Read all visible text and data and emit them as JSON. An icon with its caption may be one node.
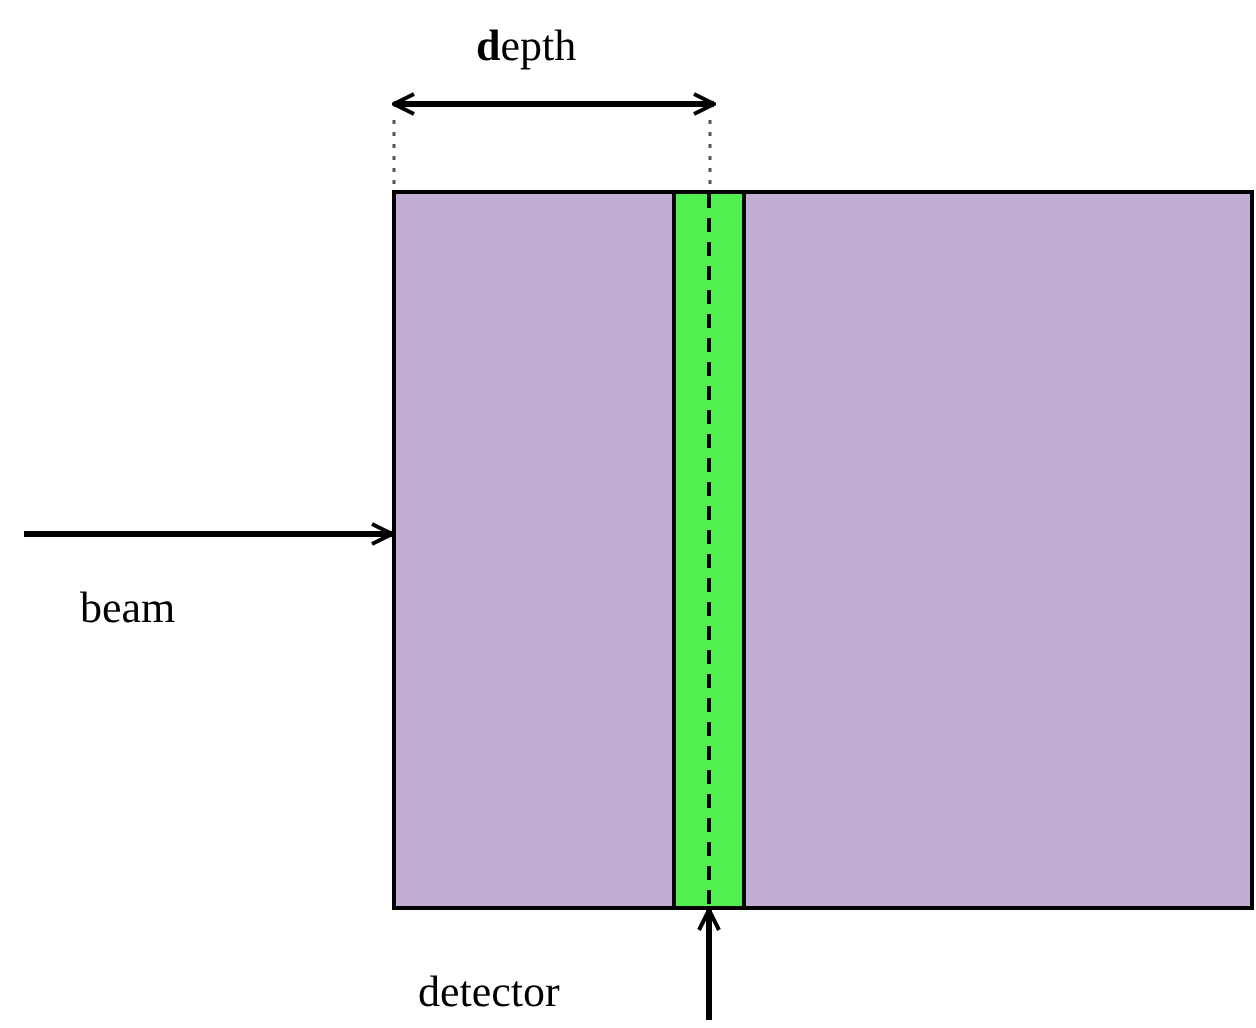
{
  "diagram": {
    "nodes": [
      {
        "text": [],
        "shape": "box"
      },
      {
        "text": [],
        "shape": "bar",
        "in": 0
      }
    ],
    "edges": [
      {
        "from": null,
        "to": 0,
        "arrow": "to"
      },
      {
        "from": null,
        "to": 1,
        "arrow": "to"
      }
    ],
    "labels": [
      "**d**epth",
      "beam",
      "detector"
    ]
  }
}
